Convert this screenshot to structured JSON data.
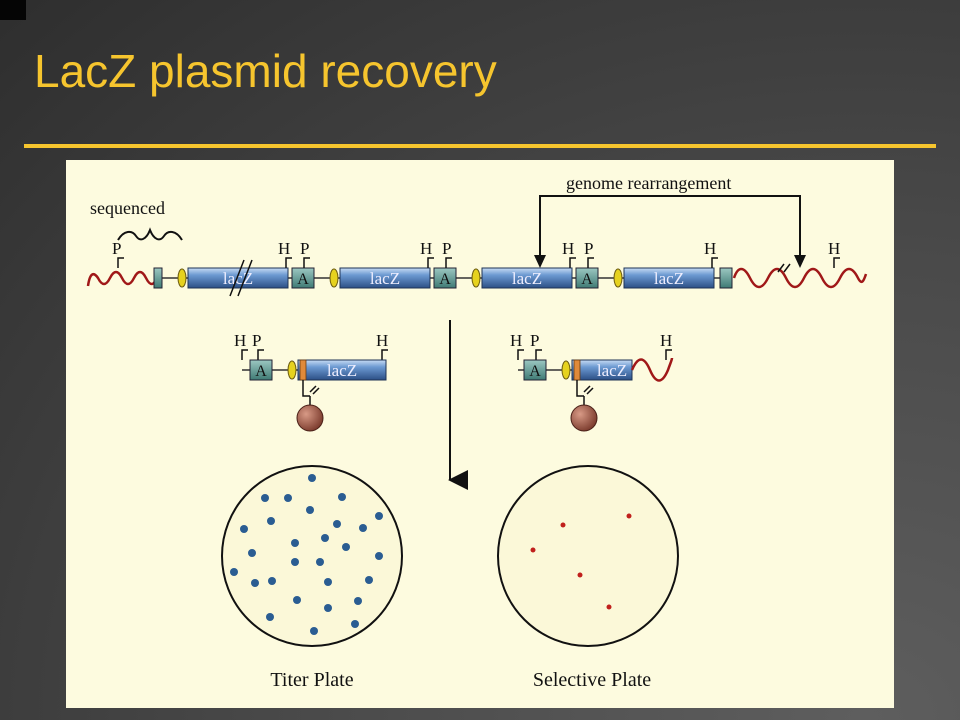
{
  "slide": {
    "title": "LacZ plasmid recovery"
  },
  "figure": {
    "labels": {
      "sequenced": "sequenced",
      "genome_rearrangement": "genome rearrangement",
      "titer_plate": "Titer Plate",
      "selective_plate": "Selective Plate"
    },
    "site_labels": {
      "p": "P",
      "h": "H",
      "a": "A",
      "lacz": "lacZ",
      "lacz_partial": "lacZ"
    },
    "colors": {
      "lacz_block": "#3f6fb0",
      "a_block": "#4f8a84",
      "genomic_dna": "#a01818",
      "titer_colony": "#2a5d92",
      "selective_colony": "#c0201c",
      "bead": "#8c4a3c",
      "figure_background": "#fdfbdf"
    }
  }
}
